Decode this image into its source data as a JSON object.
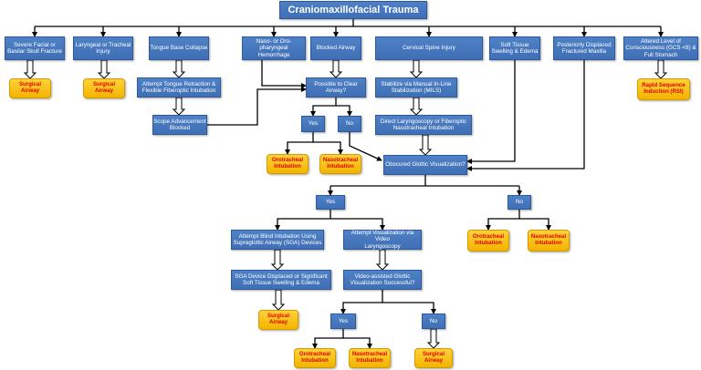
{
  "title": "Craniomaxillofacial Trauma",
  "nodes": {
    "severe_facial": "Severe Facial or\nBasilar Skull Fracture",
    "laryngeal": "Laryngeal or Tracheal\nInjury",
    "tongue_base": "Tongue Base Collapse",
    "naso_oro": "Naso- or Oro-pharyngeal\nHemorrhage",
    "blocked_airway": "Blocked Airway",
    "cervical_spine": "Cervical Spine Injury",
    "soft_tissue": "Soft Tissue\nSwelling & Edema",
    "posterior_maxilla": "Posteriorly Displaced\nFractured Maxilla",
    "altered_loc": "Altered Level of\nConsciousness (GCS <8) &\nFull Stomach",
    "tongue_retraction": "Attempt Tongue Retraction &\nFlexible Fiberoptic Intubation",
    "scope_blocked": "Scope Advancement\nBlocked",
    "possible_clear": "Possible to Clear\nAirway?",
    "stabilize": "Stabilize via Manual In-Line\nStabilization (MILS)",
    "direct_laryngoscopy": "Direct Laryngoscopy or Fiberoptic\nNasotracheal Intubation",
    "obscured_glottic": "Obscured Glottic Visualization?",
    "blind_sga": "Attempt Blind Intubation Using\nSupraglottic Airway (SGA) Devices",
    "video_laryngoscopy": "Attempt Visualization via Video\nLaryngoscopy",
    "sga_displaced": "SGA Device Displaced or Significant\nSoft Tissue Swelling & Edema",
    "video_success": "Video-assisted Glottic\nVisualization Successful?",
    "yes": "Yes",
    "no": "No",
    "surgical_airway": "Surgical\nAirway",
    "orotracheal": "Orotracheal\nIntubation",
    "nasotracheal": "Nasotracheal\nIntubation",
    "rsi": "Rapid Sequence\nInduction (RSI)"
  },
  "colors": {
    "process_fill": "#4472c4",
    "outcome_fill": "#ffc000",
    "outcome_text": "#e00000",
    "connector": "#000000"
  }
}
